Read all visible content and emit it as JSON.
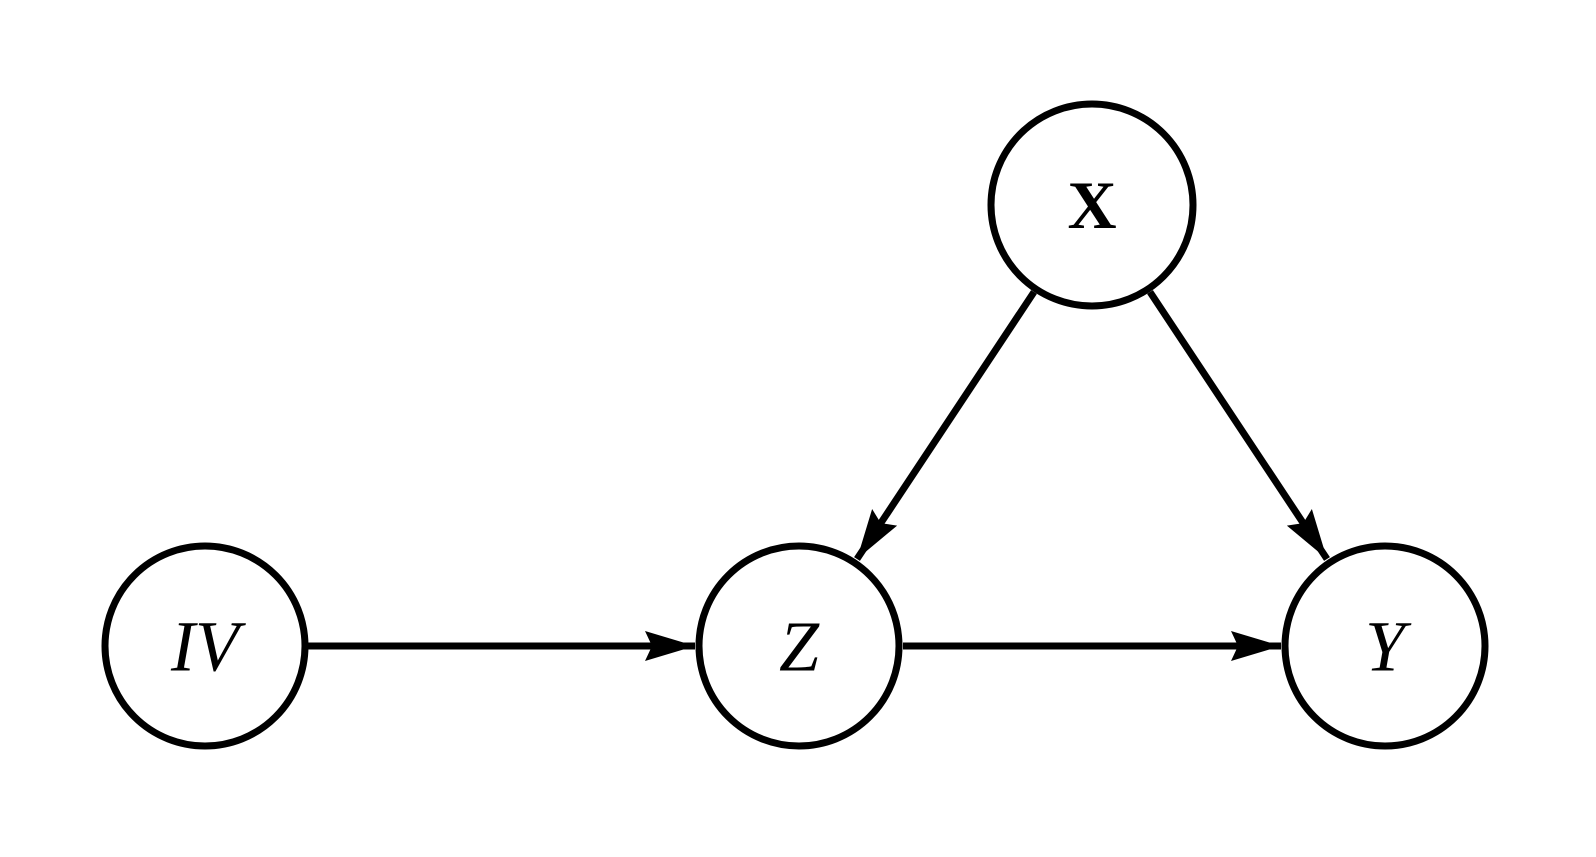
{
  "diagram": {
    "type": "causal-dag",
    "background_color": "#ffffff",
    "stroke_color": "#000000",
    "node_fill_color": "#ffffff",
    "nodes": [
      {
        "id": "IV",
        "label": "IV",
        "text_style": "italic"
      },
      {
        "id": "Z",
        "label": "Z",
        "text_style": "italic"
      },
      {
        "id": "Y",
        "label": "Y",
        "text_style": "italic"
      },
      {
        "id": "X",
        "label": "X",
        "text_style": "bold-upright"
      }
    ],
    "edges": [
      {
        "from": "IV",
        "to": "Z"
      },
      {
        "from": "X",
        "to": "Z"
      },
      {
        "from": "X",
        "to": "Y"
      },
      {
        "from": "Z",
        "to": "Y"
      }
    ]
  }
}
